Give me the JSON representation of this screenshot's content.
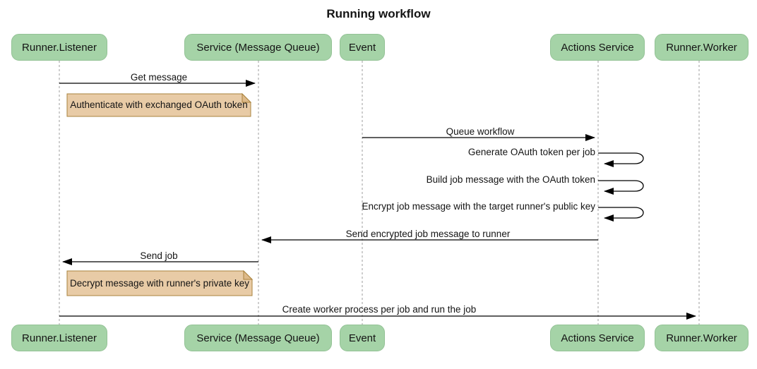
{
  "title": "Running workflow",
  "diagram_type": "sequence-diagram",
  "colors": {
    "participant_fill": "#A5D3A7",
    "participant_border": "#93C295",
    "note_fill": "#E8CBA6",
    "note_border": "#AA833D",
    "note_fold": "#DDBA8A",
    "lifeline": "#9E9E9E",
    "arrow": "#000000",
    "text": "#141414",
    "background": "#FFFFFF"
  },
  "participants": [
    {
      "id": "runner-listener",
      "label": "Runner.Listener"
    },
    {
      "id": "service-message-queue",
      "label": "Service (Message Queue)"
    },
    {
      "id": "event",
      "label": "Event"
    },
    {
      "id": "actions-service",
      "label": "Actions Service"
    },
    {
      "id": "runner-worker",
      "label": "Runner.Worker"
    }
  ],
  "messages": [
    {
      "type": "arrow",
      "from": "Runner.Listener",
      "to": "Service (Message Queue)",
      "label": "Get message"
    },
    {
      "type": "note",
      "over": [
        "Runner.Listener",
        "Service (Message Queue)"
      ],
      "label": "Authenticate with exchanged OAuth token"
    },
    {
      "type": "arrow",
      "from": "Event",
      "to": "Actions Service",
      "label": "Queue workflow"
    },
    {
      "type": "self",
      "from": "Actions Service",
      "to": "Actions Service",
      "label": "Generate OAuth token per job"
    },
    {
      "type": "self",
      "from": "Actions Service",
      "to": "Actions Service",
      "label": "Build job message with the OAuth token"
    },
    {
      "type": "self",
      "from": "Actions Service",
      "to": "Actions Service",
      "label": "Encrypt job message with the target runner's public key"
    },
    {
      "type": "arrow",
      "from": "Actions Service",
      "to": "Service (Message Queue)",
      "label": "Send encrypted job message to runner"
    },
    {
      "type": "arrow",
      "from": "Service (Message Queue)",
      "to": "Runner.Listener",
      "label": "Send job"
    },
    {
      "type": "note",
      "over": [
        "Runner.Listener",
        "Service (Message Queue)"
      ],
      "label": "Decrypt message with runner's private key"
    },
    {
      "type": "arrow",
      "from": "Runner.Listener",
      "to": "Runner.Worker",
      "label": "Create worker process per job and run the job"
    }
  ]
}
